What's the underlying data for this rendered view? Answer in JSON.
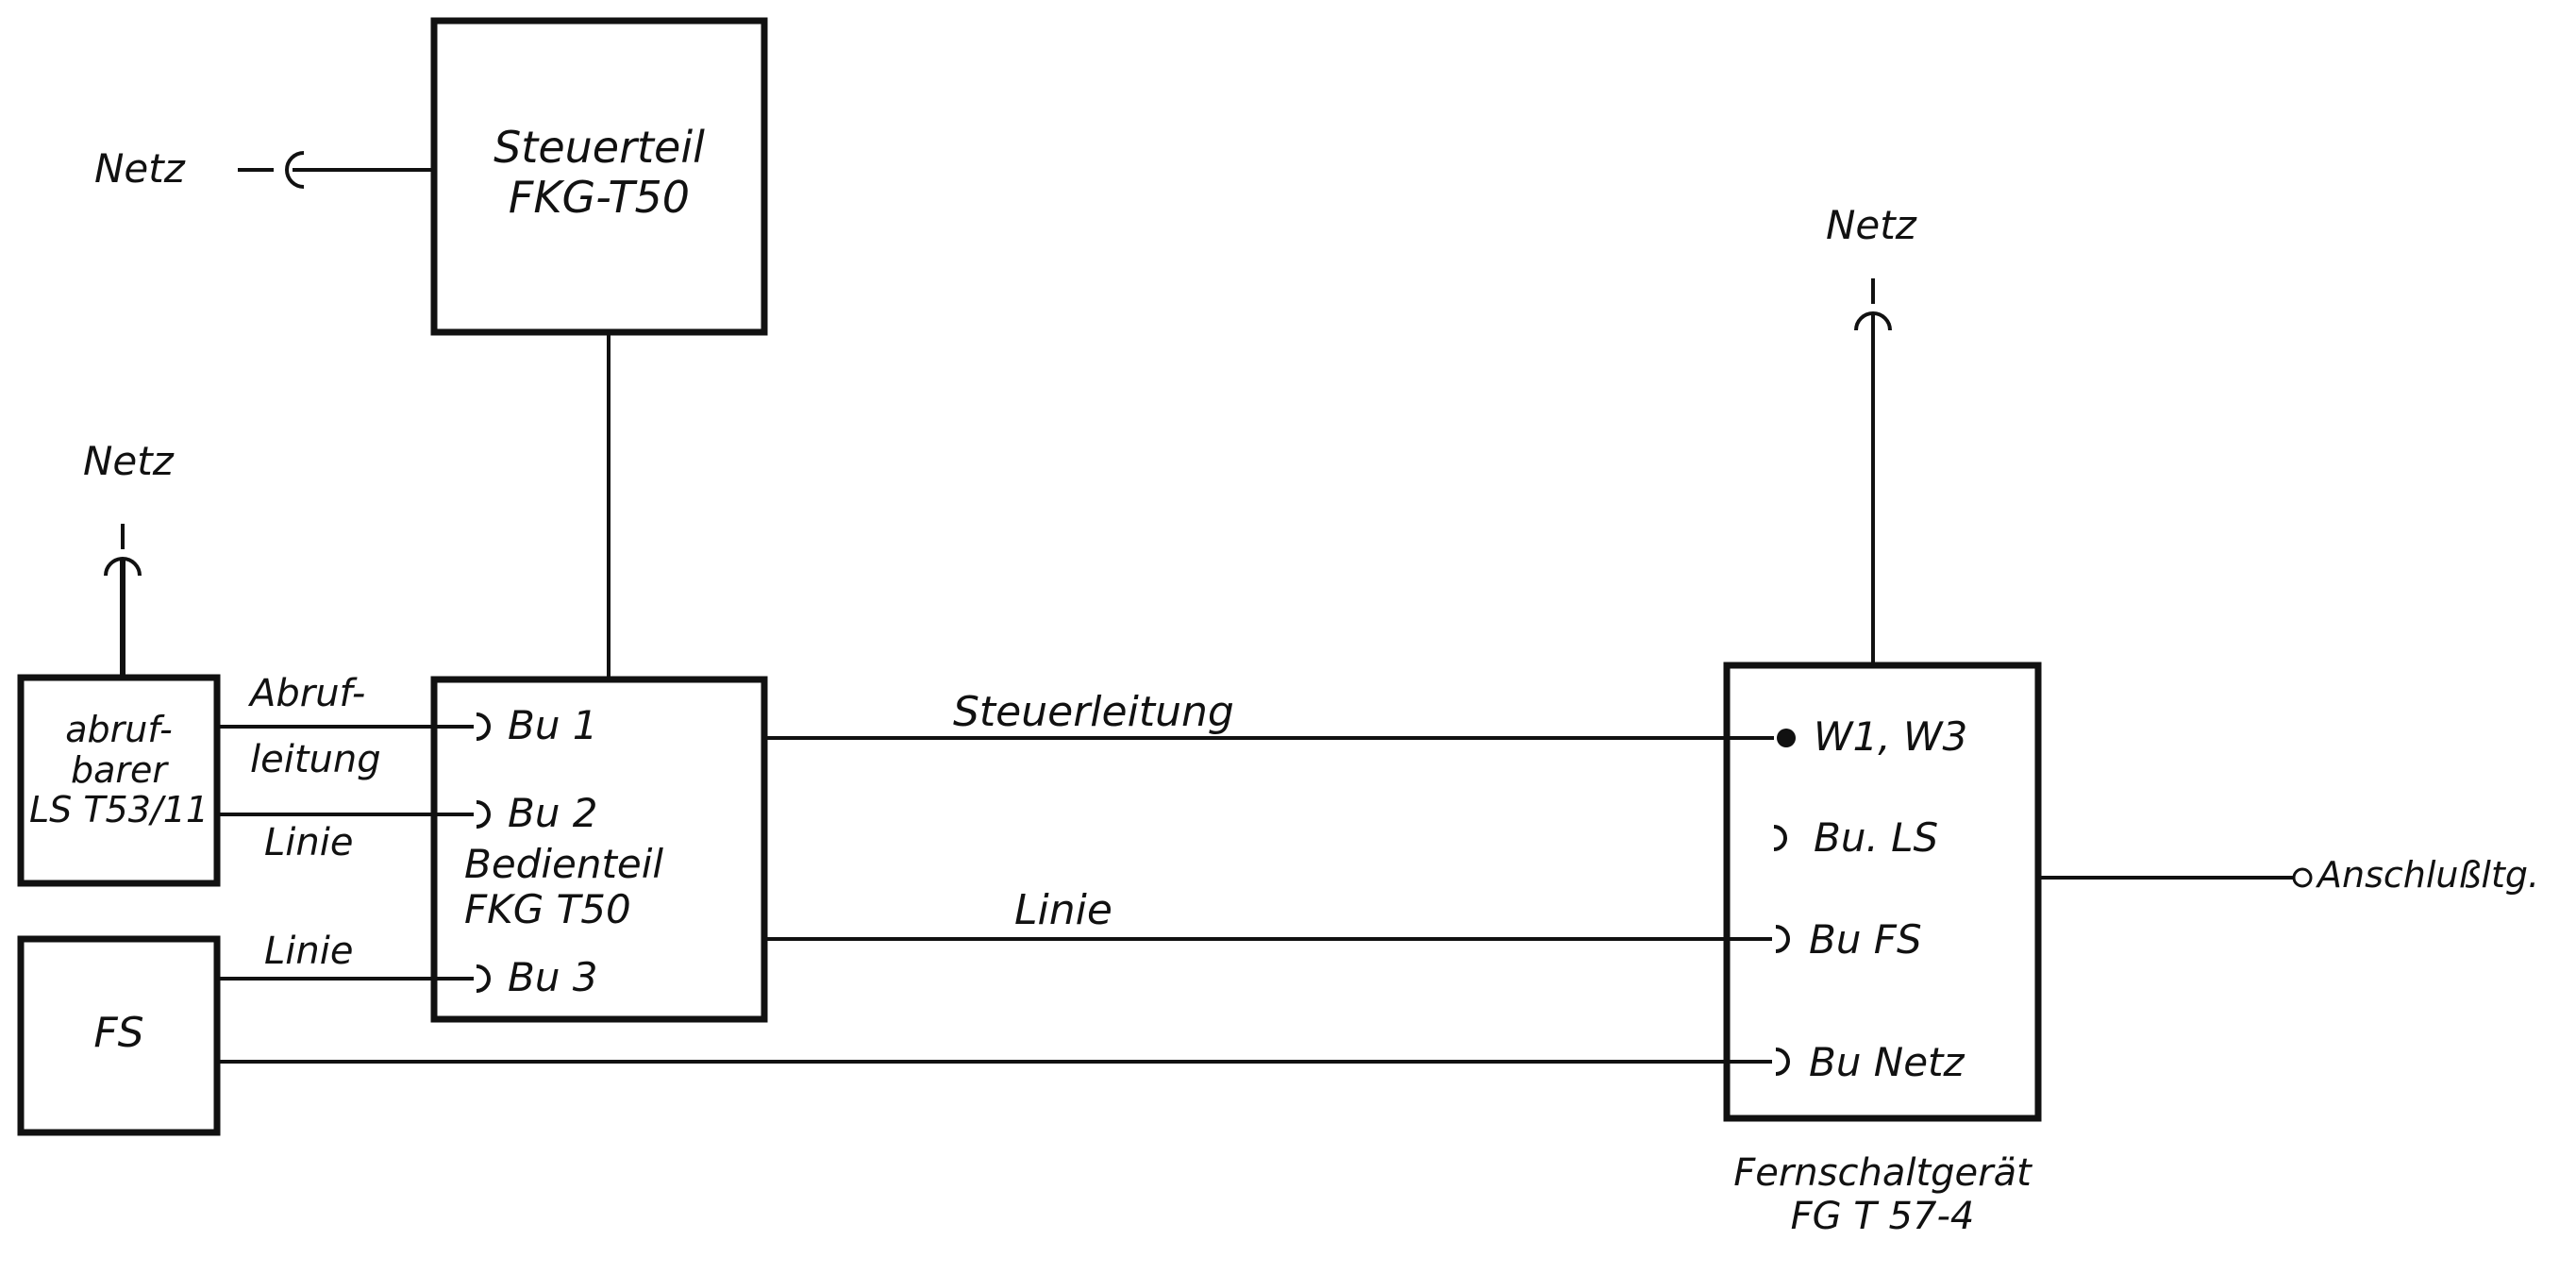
{
  "steuerteil": {
    "line1": "Steuerteil",
    "line2": "FKG-T50"
  },
  "bedienteil": {
    "bu1": "Bu 1",
    "bu2": "Bu 2",
    "line1": "Bedienteil",
    "line2": "FKG T50",
    "bu3": "Bu 3"
  },
  "lst": {
    "line1": "abruf-",
    "line2": "barer",
    "line3": "LS T53/11"
  },
  "fs": {
    "label": "FS"
  },
  "fernschalt": {
    "w": "W1, W3",
    "bu_ls": "Bu. LS",
    "bu_fs": "Bu FS",
    "bu_netz": "Bu  Netz",
    "caption1": "Fernschaltgerät",
    "caption2": "FG T 57-4"
  },
  "netz_steuerteil": "Netz",
  "netz_lst": "Netz",
  "netz_fernschalt": "Netz",
  "abruf_line1": "Abruf-",
  "abruf_line2": "leitung",
  "linie_lst": "Linie",
  "linie_fs": "Linie",
  "steuerleitung": "Steuerleitung",
  "linie_main": "Linie",
  "anschluss": "Anschlußltg."
}
